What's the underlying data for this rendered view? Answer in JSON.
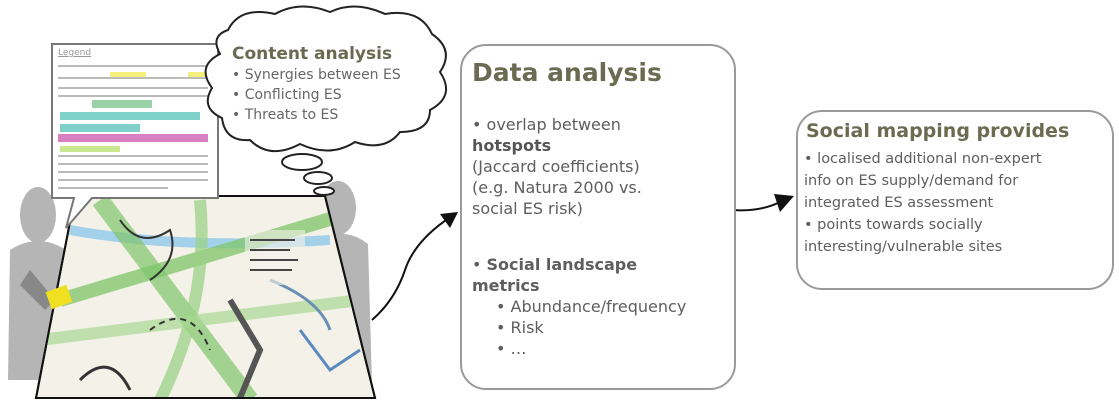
{
  "thought_cloud": {
    "title": "Content analysis",
    "items": [
      "Synergies between ES",
      "Conflicting ES",
      "Threats to ES"
    ]
  },
  "document_snippet": {
    "heading": "Legend"
  },
  "data_analysis": {
    "title": "Data analysis",
    "line1": "• overlap between",
    "line2_bold": "hotspots",
    "line3": "(Jaccard coefficients)",
    "line4": "(e.g. Natura 2000 vs.",
    "line5": "social ES risk)",
    "metrics_prefix": "• ",
    "metrics_bold_1": "Social landscape",
    "metrics_bold_2": "metrics",
    "sub_items": [
      "Abundance/frequency",
      "Risk",
      "…"
    ]
  },
  "social_mapping": {
    "title": "Social mapping provides",
    "lines": [
      "• localised additional non-expert",
      "info on ES supply/demand for",
      "integrated ES assessment",
      "• points towards socially",
      "interesting/vulnerable sites"
    ]
  },
  "colors": {
    "title_olive": "#6b6b52",
    "border_gray": "#9a9a9a",
    "map_green": "#7fc46a",
    "map_blue": "#8fc8e8",
    "person_gray": "#b5b5b5",
    "note_yellow": "#f0e020"
  }
}
